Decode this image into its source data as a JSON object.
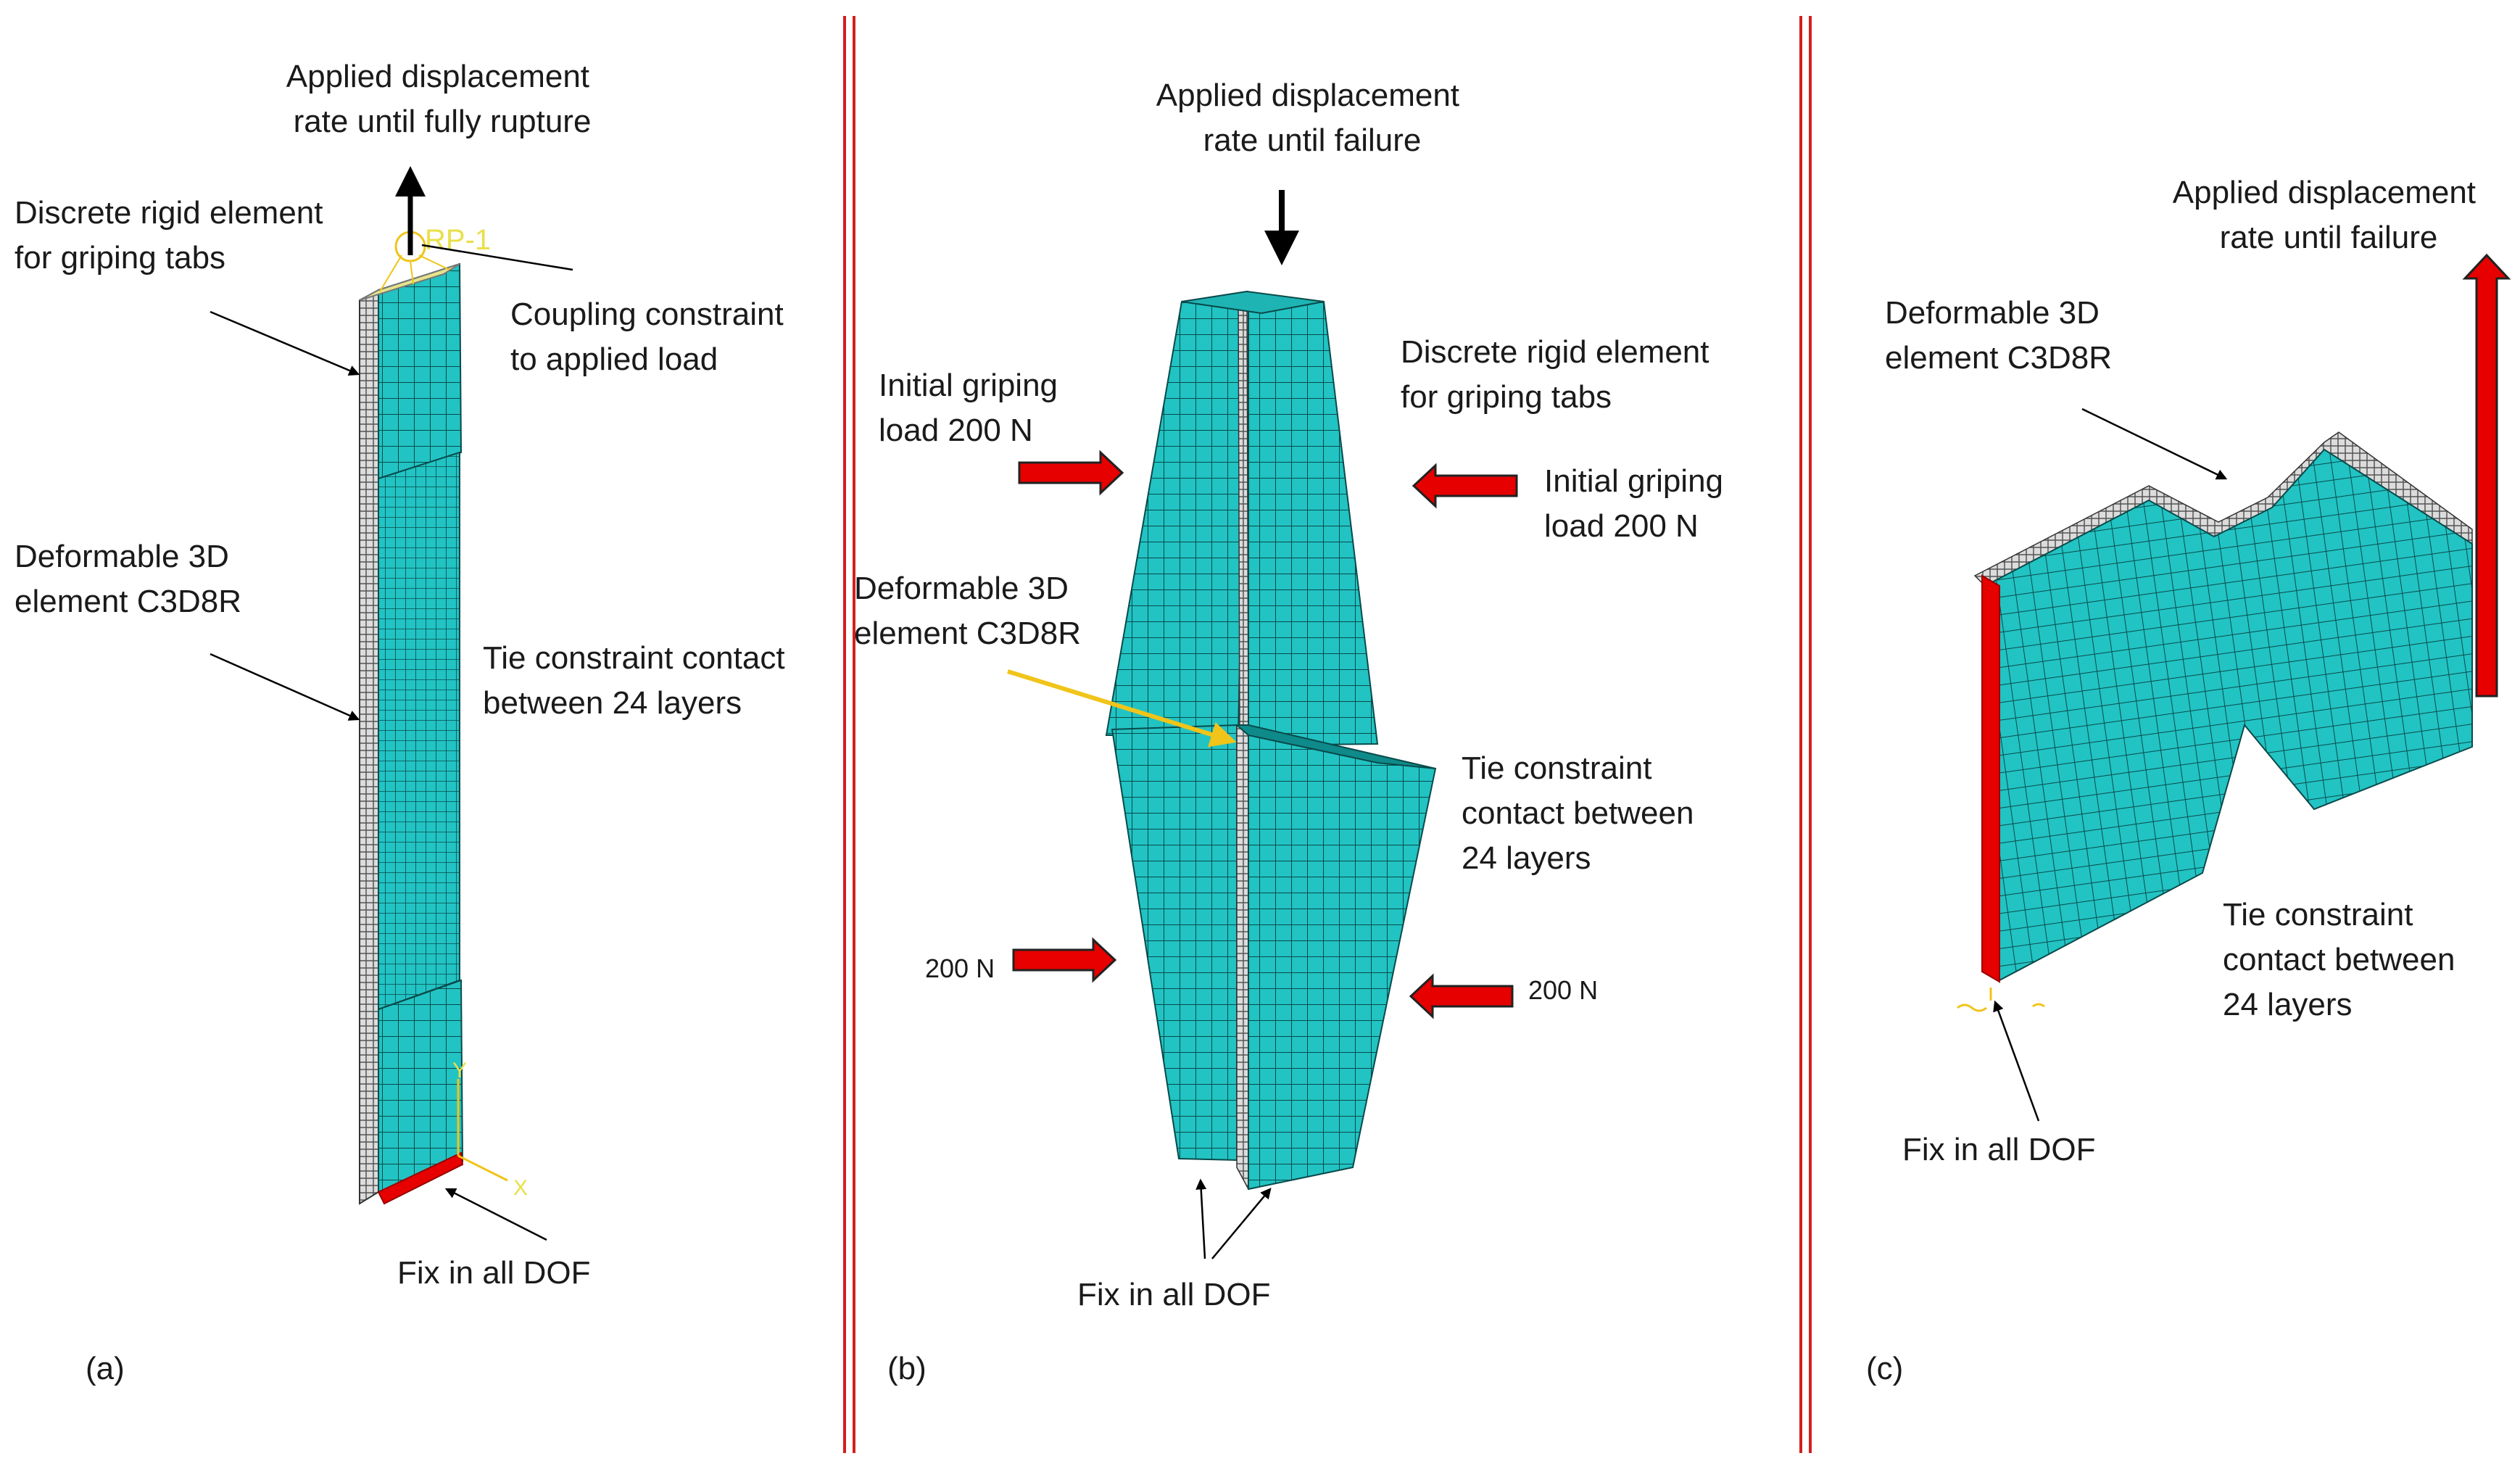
{
  "colors": {
    "mesh_fill": "#22c3c3",
    "mesh_line": "#0a4a4a",
    "divider": "#d21f1f",
    "load_arrow": "#e60000",
    "rigid_strip": "#c8c8c8",
    "yellow": "#f0c419"
  },
  "panel_a": {
    "label": "(a)",
    "displacement": [
      "Applied displacement",
      "rate until fully rupture"
    ],
    "rigid": [
      "Discrete rigid element",
      "for griping tabs"
    ],
    "coupling": [
      "Coupling constraint",
      "to applied load"
    ],
    "rp": "RP-1",
    "deformable": [
      "Deformable 3D",
      "element C3D8R"
    ],
    "tie": [
      "Tie constraint contact",
      "between 24 layers"
    ],
    "fix": "Fix in all DOF",
    "axis_y": "Y",
    "axis_x": "X"
  },
  "panel_b": {
    "label": "(b)",
    "displacement": [
      "Applied displacement",
      "rate until failure"
    ],
    "rigid": [
      "Discrete rigid element",
      "for griping tabs"
    ],
    "grip_left": [
      "Initial griping",
      "load 200 N"
    ],
    "grip_right": [
      "Initial griping",
      "load 200 N"
    ],
    "deformable": [
      "Deformable 3D",
      "element C3D8R"
    ],
    "tie": [
      "Tie constraint",
      "contact between",
      "24 layers"
    ],
    "load_left": "200 N",
    "load_right": "200 N",
    "fix": "Fix in all DOF"
  },
  "panel_c": {
    "label": "(c)",
    "displacement": [
      "Applied displacement",
      "rate until failure"
    ],
    "deformable": [
      "Deformable 3D",
      "element C3D8R"
    ],
    "tie": [
      "Tie constraint",
      "contact between",
      "24 layers"
    ],
    "fix": "Fix in all DOF"
  }
}
